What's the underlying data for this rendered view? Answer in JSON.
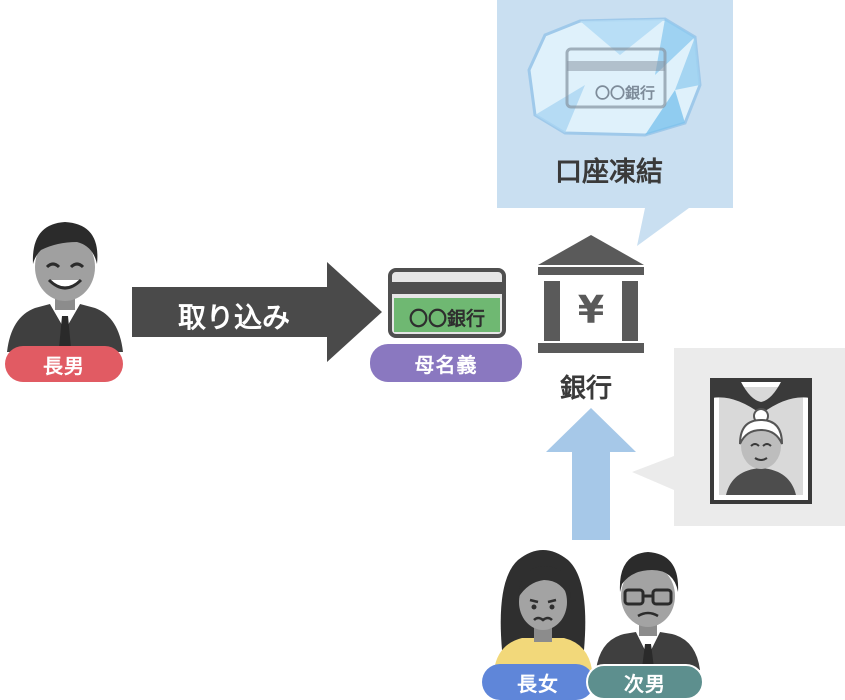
{
  "arrow_label": "取り込み",
  "freeze_label": "口座凍結",
  "bank_label": "銀行",
  "card_text": "〇〇銀行",
  "frozen_card_text": "〇〇銀行",
  "yen_symbol": "¥",
  "persons": {
    "eldest_son": "長男",
    "eldest_daughter": "長女",
    "second_son": "次男"
  },
  "account_label": "母名義",
  "colors": {
    "freeze_bubble": "#c9dff1",
    "deceased_bubble": "#ebebeb",
    "main_arrow": "#4a4a4a",
    "up_arrow": "#a6c8e8",
    "eldest_son_pill": "#e15b63",
    "account_pill": "#8a78c0",
    "eldest_daughter_pill": "#5f86d9",
    "second_son_pill": "#5d8f8e",
    "card_green": "#6fb872",
    "bank_gray": "#5a5a5a"
  }
}
